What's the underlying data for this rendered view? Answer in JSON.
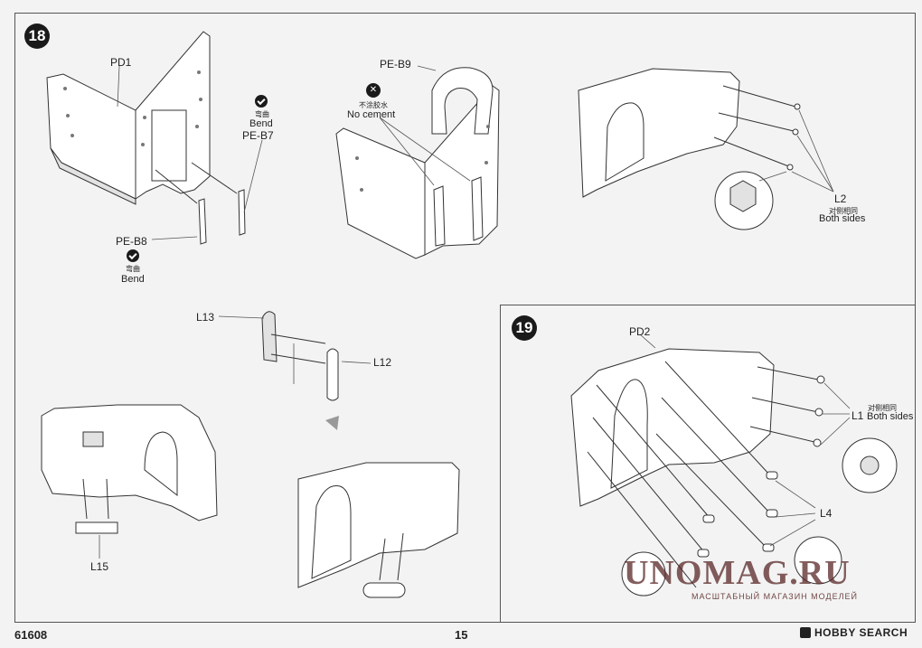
{
  "steps": {
    "step18": "18",
    "step19": "19"
  },
  "step18": {
    "pd1": "PD1",
    "bend_top_cn": "弯曲",
    "bend_top_en": "Bend",
    "pe_b7": "PE-B7",
    "pe_b8": "PE-B8",
    "bend_bottom_cn": "弯曲",
    "bend_bottom_en": "Bend",
    "pe_b9": "PE-B9",
    "nocement_cn": "不涂胶水",
    "nocement_en": "No cement",
    "l2": "L2",
    "both_cn": "对侧相同",
    "both_en": "Both sides",
    "l13": "L13",
    "l12": "L12",
    "l15": "L15"
  },
  "step19": {
    "pd2": "PD2",
    "both_cn": "对侧相同",
    "l1": "L1",
    "both_en": "Both sides",
    "l4": "L4"
  },
  "footer": {
    "code": "61608",
    "page": "15",
    "brand": "HOBBY SEARCH"
  },
  "watermark": {
    "title": "UNOMAG.RU",
    "subtitle": "МАСШТАБНЫЙ МАГАЗИН МОДЕЛЕЙ"
  },
  "icons": [
    "bend-icon",
    "no-cement-icon",
    "hobby-search-logo-icon"
  ],
  "colors": {
    "ink": "#222222",
    "watermark": "#5a2727",
    "paper": "#f3f3f3"
  }
}
